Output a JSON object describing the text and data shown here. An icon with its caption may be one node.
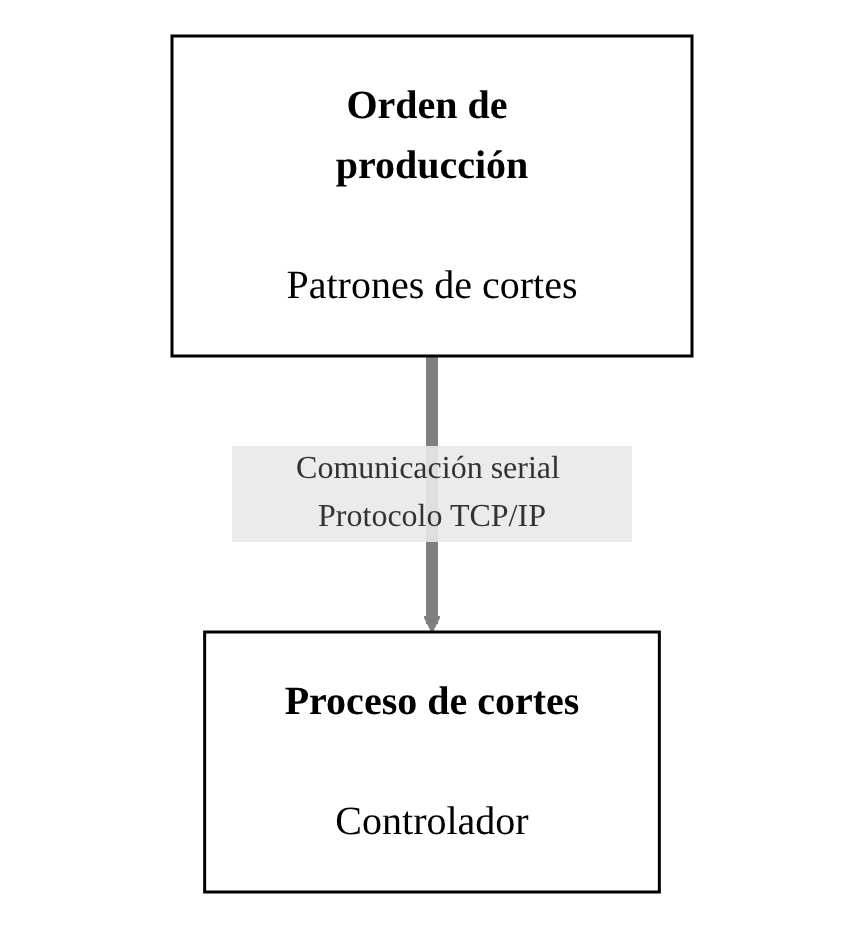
{
  "diagram": {
    "nodes": [
      {
        "text": [
          "Orden de producción",
          "Patrones de cortes"
        ]
      },
      {
        "text": [
          "Proceso de cortes",
          "Controlador"
        ]
      }
    ],
    "edges": [
      {
        "from": 0,
        "to": 1,
        "arrow": "to",
        "label": "Comunicación serial Protocolo TCP/IP"
      }
    ]
  }
}
